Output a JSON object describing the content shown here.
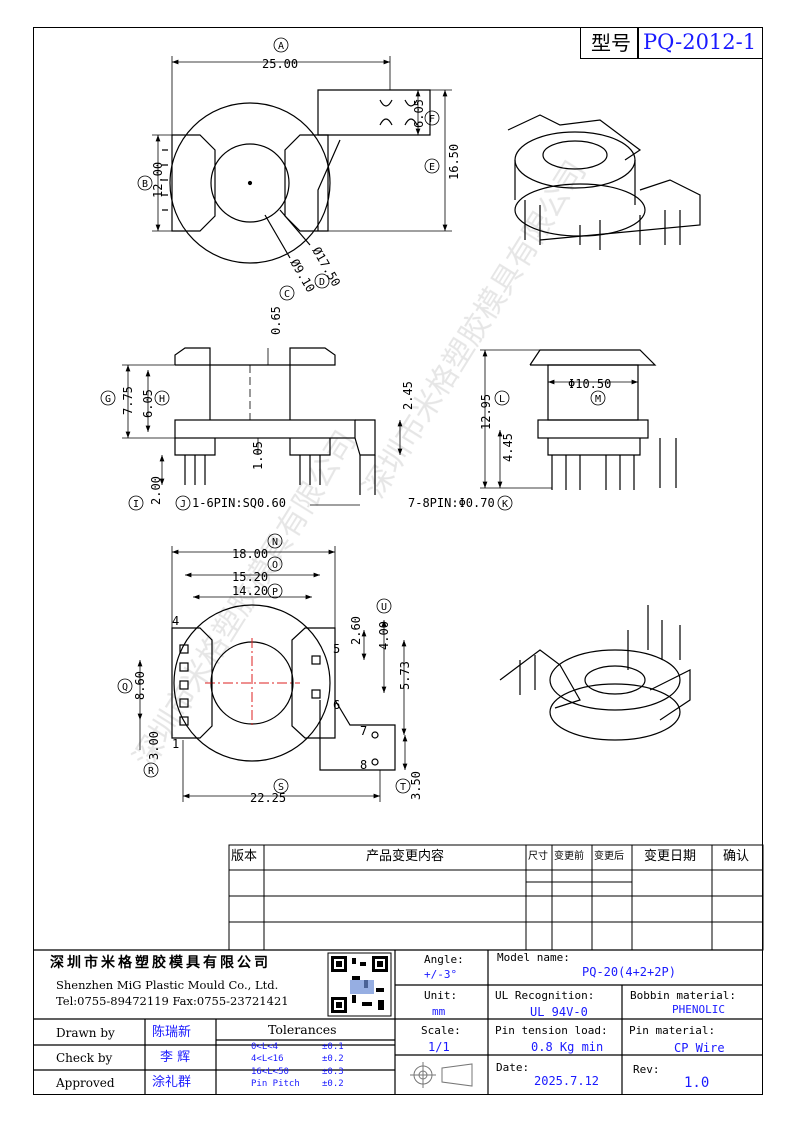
{
  "model_box": {
    "label": "型号",
    "value": "PQ-2012-1"
  },
  "dims_top": {
    "a": "A",
    "a_val": "25.00",
    "b": "B",
    "b_val": "12.00",
    "c": "C",
    "c_val": "Ø9.10",
    "d": "D",
    "d_val": "Ø17.50",
    "e": "E",
    "e_val": "16.50",
    "f": "F",
    "f_val": "6.05"
  },
  "dims_side": {
    "g": "G",
    "g_val": "7.75",
    "h": "H",
    "h_val": "6.05",
    "top_gap": "0.65",
    "i": "I",
    "i_val": "2.00",
    "j": "J",
    "pin1_6": "1-6PIN:SQ0.60",
    "k": "K",
    "pin7_8": "7-8PIN:Φ0.70",
    "mid": "1.05",
    "right_val": "2.45",
    "l": "L",
    "l_val": "12.95",
    "m": "M",
    "m_val": "Φ10.50",
    "bot_val": "4.45"
  },
  "dims_bottom": {
    "n": "N",
    "n_val": "18.00",
    "o": "O",
    "o_val": "15.20",
    "p": "P",
    "p_val": "14.20",
    "q": "Q",
    "q_val": "8.60",
    "r": "R",
    "r_val": "3.00",
    "s": "S",
    "s_val": "22.25",
    "t": "T",
    "t_val": "3.50",
    "u": "U",
    "u_val": "4.00",
    "v1": "2.60",
    "v2": "5.73",
    "pin4": "4",
    "pin5": "5",
    "pin6": "6",
    "pin1": "1",
    "pin7": "7",
    "pin8": "8"
  },
  "rev_table": {
    "headers": [
      "版本",
      "产品变更内容",
      "尺寸",
      "变更前",
      "变更后",
      "变更日期",
      "确认"
    ]
  },
  "title_block": {
    "company_cn": "深圳市米格塑胶模具有限公司",
    "company_en": "Shenzhen MiG Plastic Mould Co., Ltd.",
    "contact": "Tel:0755-89472119   Fax:0755-23721421",
    "angle_label": "Angle:",
    "angle_val": "+/-3°",
    "unit_label": "Unit:",
    "unit_val": "mm",
    "scale_label": "Scale:",
    "scale_val": "1/1",
    "model_label": "Model name:",
    "model_val": "PQ-20(4+2+2P)",
    "bobbin_label": "Bobbin material:",
    "bobbin_val": "PHENOLIC",
    "ul_label": "UL Recognition:",
    "ul_val": "UL 94V-0",
    "pin_tension_label": "Pin tension load:",
    "pin_tension_val": "0.8 Kg min",
    "pin_material_label": "Pin material:",
    "pin_material_val": "CP Wire",
    "date_label": "Date:",
    "date_val": "2025.7.12",
    "rev_label": "Rev:",
    "rev_val": "1.0",
    "drawn_label": "Drawn by",
    "drawn_val": "陈瑞新",
    "check_label": "Check by",
    "check_val": "李 辉",
    "approved_label": "Approved",
    "approved_val": "涂礼群",
    "tol_label": "Tolerances",
    "tol": [
      {
        "range": "0<L<4",
        "val": "±0.1"
      },
      {
        "range": "4<L<16",
        "val": "±0.2"
      },
      {
        "range": "16<L<50",
        "val": "±0.3"
      },
      {
        "range": "Pin Pitch",
        "val": "±0.2"
      }
    ]
  },
  "watermark": "深圳市米格塑胶模具有限公司"
}
